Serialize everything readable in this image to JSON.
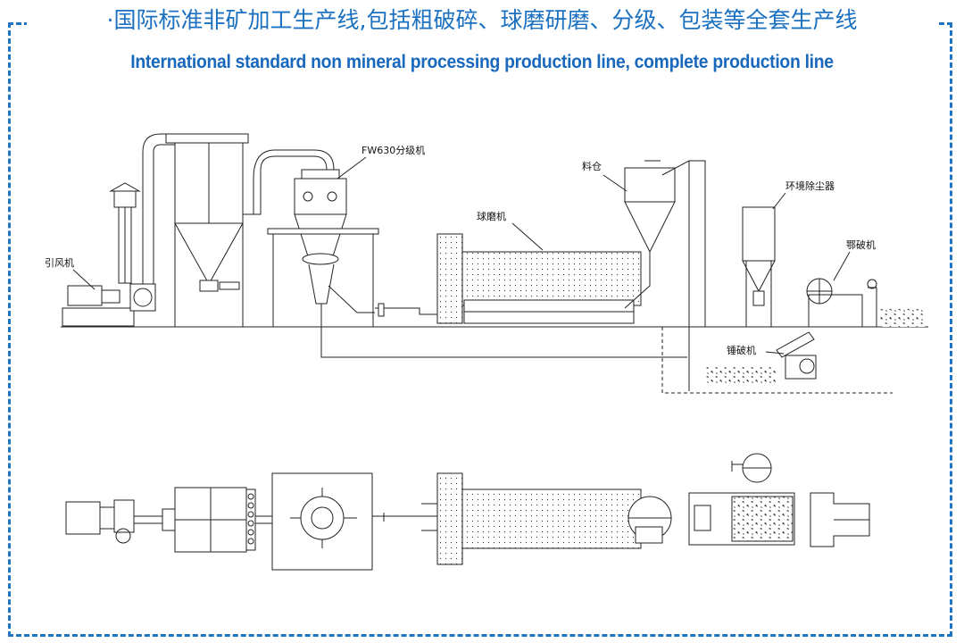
{
  "header": {
    "title_cn": "·国际标准非矿加工生产线,包括粗破碎、球磨研磨、分级、包装等全套生产线",
    "title_en": "International standard non mineral processing production line, complete production line"
  },
  "labels": {
    "induced_fan": "引风机",
    "classifier": "FW630分级机",
    "ball_mill": "球磨机",
    "silo": "料仓",
    "dust_collector": "环境除尘器",
    "jaw_crusher": "鄂破机",
    "hammer_crusher": "锤破机"
  },
  "colors": {
    "accent": "#1f74c4",
    "line": "#222222"
  }
}
